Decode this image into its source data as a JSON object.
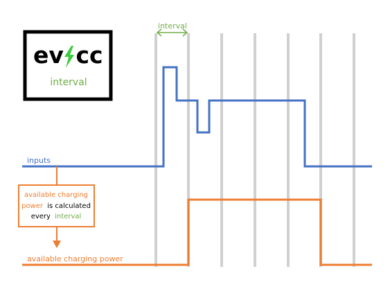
{
  "logo": {
    "text_left": "ev",
    "text_right": "cc",
    "caption": "interval"
  },
  "interval_label": "interval",
  "inputs_label": "inputs",
  "output_label": "available charging power",
  "note": {
    "line1": "available charging",
    "line2_a": "power",
    "line2_b": "is calculated",
    "line3_a": "every",
    "line3_b": "interval"
  },
  "colors": {
    "blue": "#4472c4",
    "orange": "#ed7d31",
    "green": "#70ad47",
    "grid": "#d0d0d0",
    "black": "#000000"
  },
  "icons": [
    "lightning-bolt-icon",
    "double-arrow-icon",
    "down-arrow-icon"
  ]
}
